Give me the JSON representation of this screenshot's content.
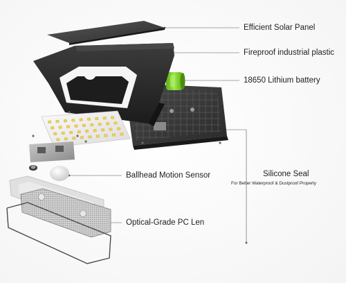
{
  "labels": {
    "solar_panel": "Efficient Solar Panel",
    "housing": "Fireproof industrial plastic",
    "battery": "18650 Lithium battery",
    "silicone_seal": "Silicone Seal",
    "silicone_seal_note": "For Better Waterproof & Dustproof Property",
    "motion_sensor": "Ballhead Motion Sensor",
    "lens": "Optical-Grade PC Len"
  },
  "colors": {
    "housing": "#2b2b2b",
    "battery": "#7ed321",
    "panel": "#3a3a3a",
    "led": "#f0d24a",
    "leader_line": "#555555"
  }
}
